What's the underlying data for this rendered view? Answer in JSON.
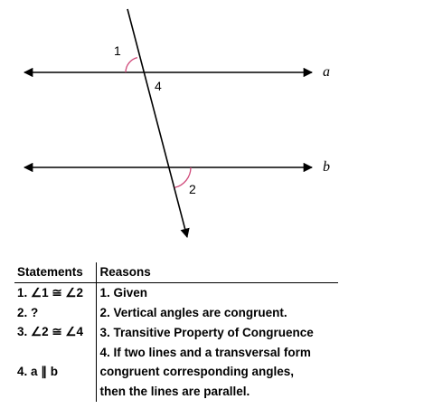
{
  "figure": {
    "line_labels": {
      "top": "a",
      "bottom": "b"
    },
    "angle_labels": {
      "top_left": "1",
      "top_right_below": "4",
      "bottom_right_below": "2"
    },
    "arc_color": "#d04a7a"
  },
  "proof": {
    "headers": {
      "statements": "Statements",
      "reasons": "Reasons"
    },
    "rows": [
      {
        "statement": "1. ∠1 ≅ ∠2",
        "reason": "1. Given"
      },
      {
        "statement": "2. ?",
        "reason": "2. Vertical angles are congruent."
      },
      {
        "statement": "3. ∠2 ≅ ∠4",
        "reason": "3. Transitive Property of Congruence"
      },
      {
        "statement": "",
        "reason": "4. If two lines and a transversal form"
      },
      {
        "statement": "4. a ∥ b",
        "reason": "congruent corresponding angles,"
      },
      {
        "statement": "",
        "reason": "then the lines are parallel."
      }
    ]
  }
}
